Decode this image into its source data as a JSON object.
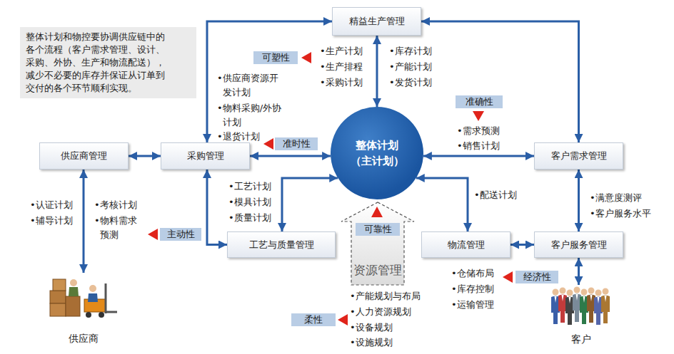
{
  "diagram": {
    "nodes": [
      {
        "text": [
          "整体计划和物控要协调供应链中的 各个流程（客户需求管理、设计、 采购、外协、生产和物流配送）， 减少不必要的库存并保证从订单到 交付的各个环节顺利实现。"
        ]
      },
      {
        "text": [
          "精益生产管理"
        ]
      },
      {
        "text": [
          "供应商管理"
        ]
      },
      {
        "text": [
          "采购管理"
        ]
      },
      {
        "text": [
          "整体计划",
          "（主计划）"
        ]
      },
      {
        "text": [
          "客户需求管理"
        ]
      },
      {
        "text": [
          "工艺与质量管理"
        ]
      },
      {
        "text": [
          "资源管理"
        ]
      },
      {
        "text": [
          "物流管理"
        ]
      },
      {
        "text": [
          "客户服务管理"
        ]
      },
      {
        "text": [
          "供应商"
        ]
      },
      {
        "text": [
          "客户"
        ]
      },
      {
        "text": [
          "可塑性"
        ]
      },
      {
        "text": [
          "准时性"
        ]
      },
      {
        "text": [
          "主动性"
        ]
      },
      {
        "text": [
          "可靠性"
        ],
        "in": 7
      },
      {
        "text": [
          "准确性"
        ]
      },
      {
        "text": [
          "经济性"
        ]
      },
      {
        "text": [
          "柔性"
        ]
      }
    ],
    "edges": [
      {
        "from": 1,
        "to": 4,
        "arrow": "both"
      },
      {
        "from": 1,
        "to": 3,
        "arrow": "both"
      },
      {
        "from": 1,
        "to": 5,
        "arrow": "both"
      },
      {
        "from": 2,
        "to": 3,
        "arrow": "both"
      },
      {
        "from": 3,
        "to": 4,
        "arrow": "both"
      },
      {
        "from": 4,
        "to": 5,
        "arrow": "both"
      },
      {
        "from": 3,
        "to": 6,
        "arrow": "both"
      },
      {
        "from": 6,
        "to": 4,
        "arrow": "both"
      },
      {
        "from": 4,
        "to": 8,
        "arrow": "both"
      },
      {
        "from": 8,
        "to": 9,
        "arrow": "both"
      },
      {
        "from": 5,
        "to": 9,
        "arrow": "both"
      },
      {
        "from": 2,
        "to": 10,
        "arrow": "both"
      },
      {
        "from": 9,
        "to": 11,
        "arrow": "both"
      }
    ],
    "labels": [
      "•生产计划",
      "•生产排程",
      "•采购计划",
      "•库存计划",
      "•产能计划",
      "•发货计划",
      "•供应商资源开 发计划",
      "•物料采购/外协 计划",
      "•退货计划",
      "•需求预测",
      "•销售计划",
      "•认证计划",
      "•辅导计划",
      "•考核计划",
      "•物料需求 预测",
      "•工艺计划",
      "•模具计划",
      "•质量计划",
      "•配送计划",
      "•满意度测评",
      "•客户服务水平",
      "•仓储布局",
      "•库存控制",
      "•运输管理",
      "•产能规划与布局",
      "•人力资源规划",
      "•设备规划",
      "•设施规划"
    ]
  }
}
